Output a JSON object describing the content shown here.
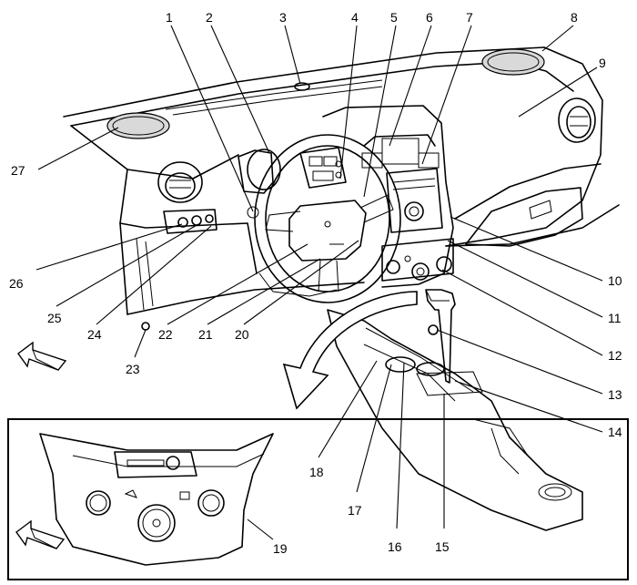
{
  "figure": {
    "callouts": [
      "1",
      "2",
      "3",
      "4",
      "5",
      "6",
      "7",
      "8",
      "9",
      "10",
      "11",
      "12",
      "13",
      "14",
      "15",
      "16",
      "17",
      "18",
      "19",
      "20",
      "21",
      "22",
      "23",
      "24",
      "25",
      "26",
      "27"
    ]
  },
  "colors": {
    "line": "#000000",
    "background": "#ffffff",
    "grille": "#d9d9d9"
  },
  "icons": {
    "front_arrow": "front-arrow-icon"
  }
}
